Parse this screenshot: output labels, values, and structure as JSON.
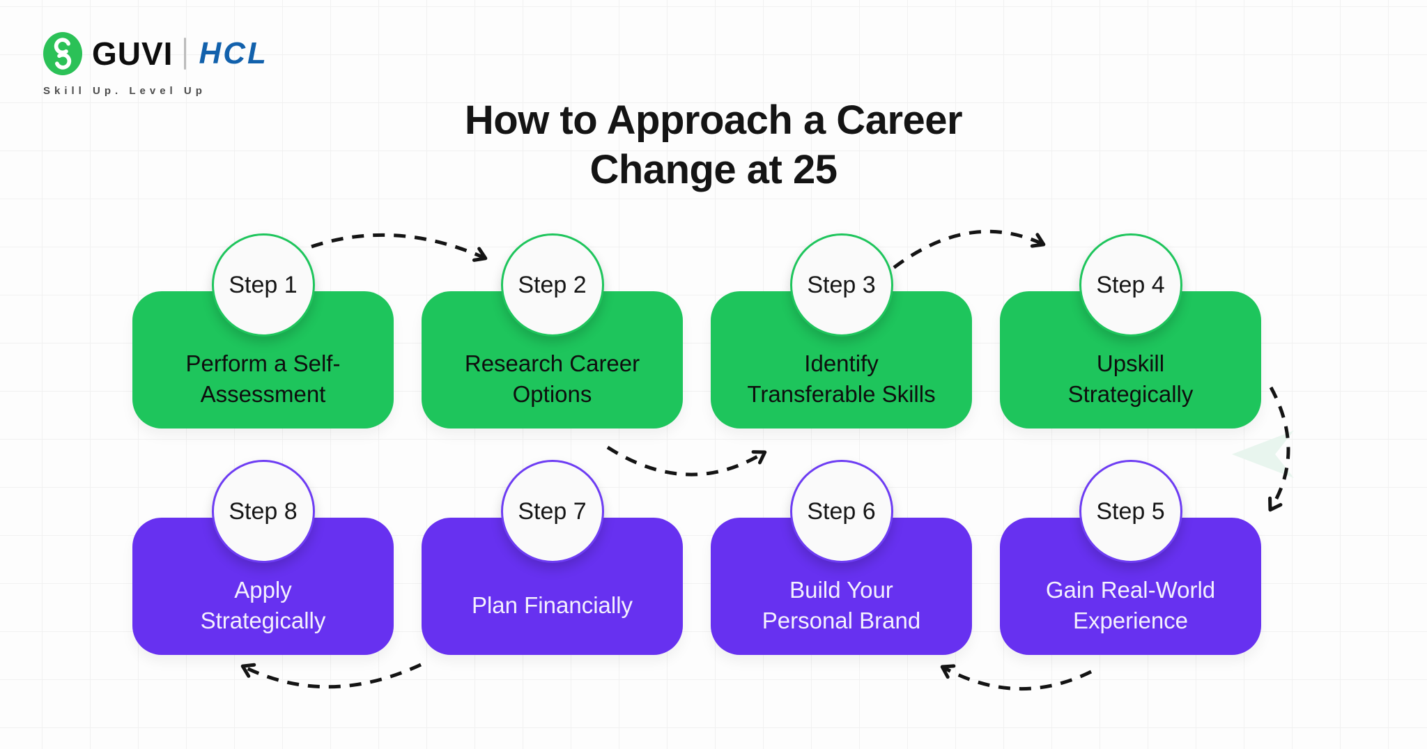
{
  "brand": {
    "name": "GUVI",
    "partner": "HCL",
    "tagline": "Skill Up. Level Up"
  },
  "title": {
    "line1": "How to Approach a Career",
    "line2": "Change at 25"
  },
  "colors": {
    "step_green": "#1ec55c",
    "step_purple": "#6731f0",
    "circle_green_border": "#1ec55c",
    "circle_purple_border": "#6d3cf3",
    "circle_fill": "#fafafa",
    "arrow": "#141414",
    "guvi_green": "#2bc157",
    "hcl_blue": "#1261ac",
    "title_text": "#141414",
    "deco_mint": "#e8f5ee"
  },
  "steps": [
    {
      "label": "Step 1",
      "line1": "Perform a Self-",
      "line2": "Assessment"
    },
    {
      "label": "Step 2",
      "line1": "Research Career",
      "line2": "Options"
    },
    {
      "label": "Step 3",
      "line1": "Identify",
      "line2": "Transferable Skills"
    },
    {
      "label": "Step 4",
      "line1": "Upskill",
      "line2": "Strategically"
    },
    {
      "label": "Step 5",
      "line1": "Gain Real-World",
      "line2": "Experience"
    },
    {
      "label": "Step 6",
      "line1": "Build Your",
      "line2": "Personal Brand"
    },
    {
      "label": "Step 7",
      "line1": "Plan Financially",
      "line2": ""
    },
    {
      "label": "Step 8",
      "line1": "Apply",
      "line2": "Strategically"
    }
  ]
}
